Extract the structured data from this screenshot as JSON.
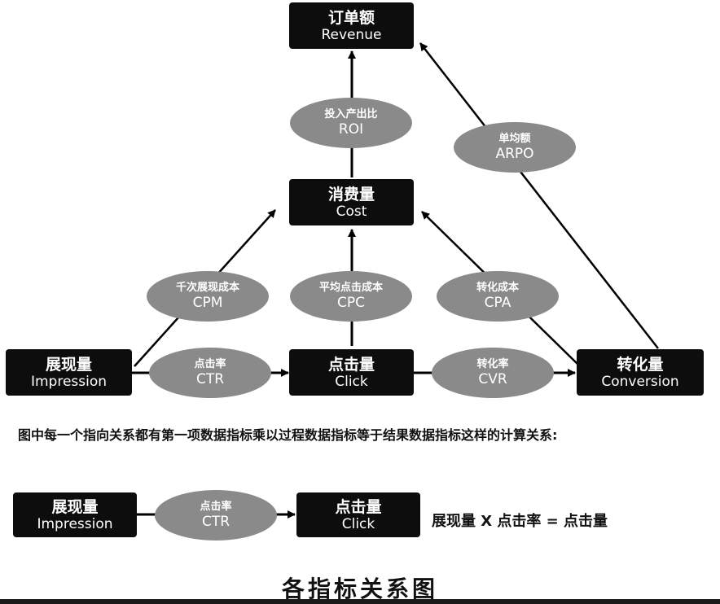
{
  "nodes": {
    "revenue": {
      "zh": "订单额",
      "en": "Revenue"
    },
    "cost": {
      "zh": "消费量",
      "en": "Cost"
    },
    "impression": {
      "zh": "展现量",
      "en": "Impression"
    },
    "click": {
      "zh": "点击量",
      "en": "Click"
    },
    "conversion": {
      "zh": "转化量",
      "en": "Conversion"
    }
  },
  "metrics": {
    "roi": {
      "zh": "投入产出比",
      "en": "ROI"
    },
    "arpo": {
      "zh": "单均额",
      "en": "ARPO"
    },
    "cpm": {
      "zh": "千次展现成本",
      "en": "CPM"
    },
    "cpc": {
      "zh": "平均点击成本",
      "en": "CPC"
    },
    "cpa": {
      "zh": "转化成本",
      "en": "CPA"
    },
    "ctr": {
      "zh": "点击率",
      "en": "CTR"
    },
    "cvr": {
      "zh": "转化率",
      "en": "CVR"
    }
  },
  "note": "图中每一个指向关系都有第一项数据指标乘以过程数据指标等于结果数据指标这样的计算关系:",
  "example": {
    "impression": {
      "zh": "展现量",
      "en": "Impression"
    },
    "ctr": {
      "zh": "点击率",
      "en": "CTR"
    },
    "click": {
      "zh": "点击量",
      "en": "Click"
    },
    "formula": "展现量 X 点击率 = 点击量"
  },
  "title": "各指标关系图"
}
